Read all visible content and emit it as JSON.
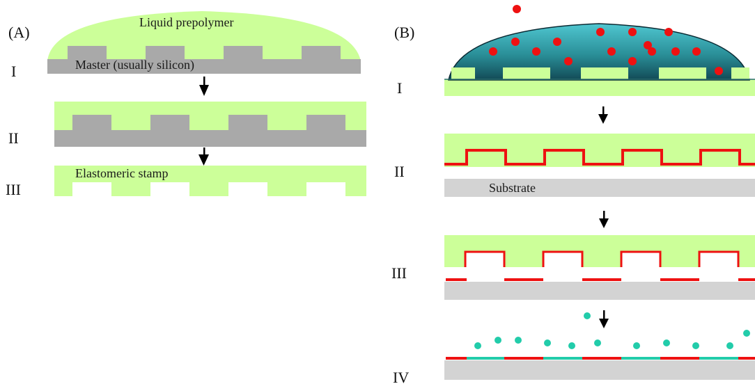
{
  "panel_a": {
    "label": "(A)",
    "steps": [
      "I",
      "II",
      "III"
    ],
    "notes": {
      "prepolymer": "Liquid prepolymer",
      "master": "Master (usually silicon)",
      "stamp": "Elastomeric stamp"
    }
  },
  "panel_b": {
    "label": "(B)",
    "steps": [
      "I",
      "II",
      "III",
      "IV"
    ],
    "notes": {
      "substrate": "Substrate"
    }
  },
  "icons": [
    "arrow-down-icon"
  ],
  "colors": {
    "polymer_green": "#ccff99",
    "master_gray": "#a9a9a9",
    "substrate_gray": "#d3d3d3",
    "ink_red": "#ee1111",
    "particle_cyan": "#22ccaa",
    "liquid_teal": "#2a9ea8",
    "arrow": "#000000"
  }
}
